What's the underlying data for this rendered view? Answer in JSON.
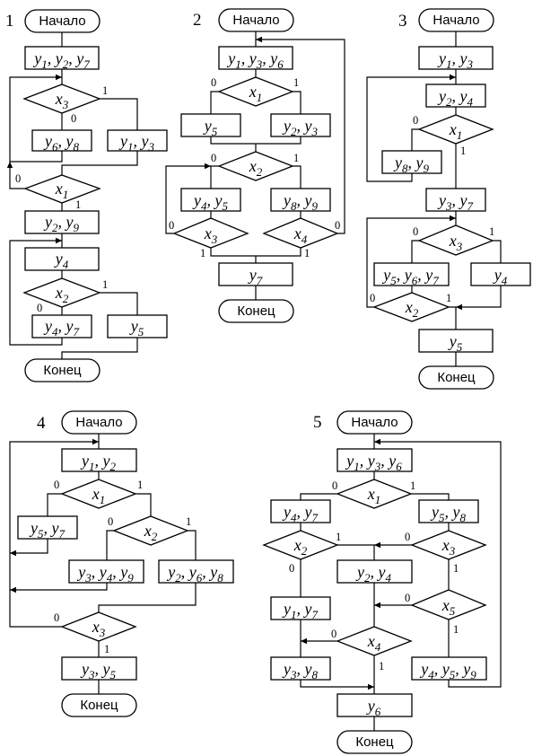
{
  "labels": {
    "start": "Начало",
    "end": "Конец",
    "zero": "0",
    "one": "1"
  },
  "diagrams": [
    {
      "number": "1"
    },
    {
      "number": "2"
    },
    {
      "number": "3"
    },
    {
      "number": "4"
    },
    {
      "number": "5"
    }
  ]
}
